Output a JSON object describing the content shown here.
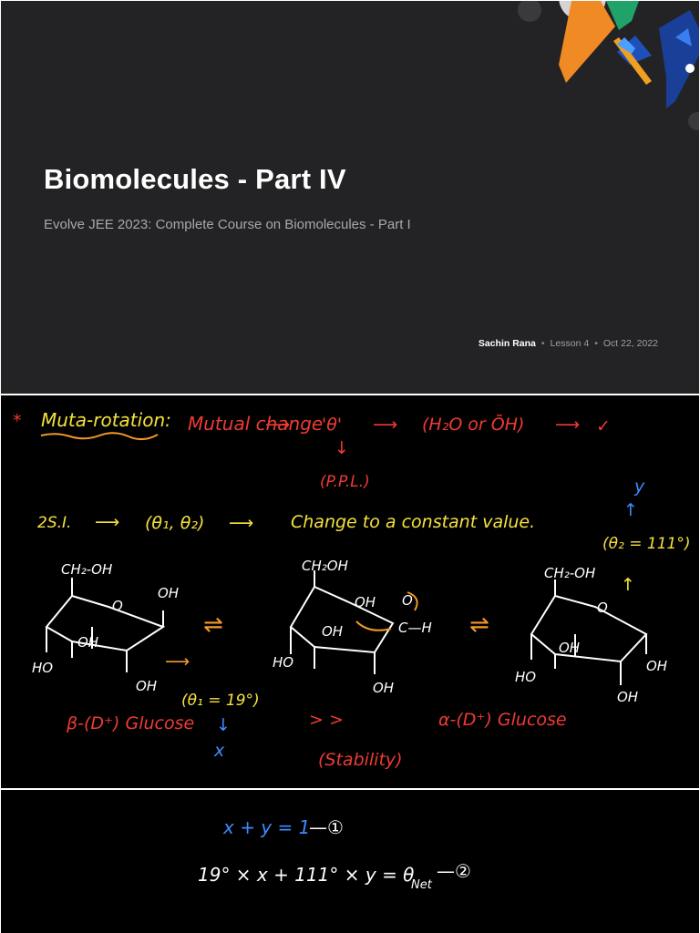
{
  "cover": {
    "title": "Biomolecules - Part IV",
    "subtitle": "Evolve JEE 2023: Complete Course on Biomolecules - Part I",
    "author": "Sachin Rana",
    "lesson": "Lesson 4",
    "date": "Oct 22, 2022"
  },
  "page1": {
    "heading": "Muta-rotation:",
    "definition": "Mutual change",
    "theta_symbol": "'θ'",
    "h2o_oh": "(H₂O or ŌH)",
    "ppl": "(P.P.L.)",
    "two_si": "2S.I.",
    "theta_pair": "(θ₁, θ₂)",
    "change_text": "Change to a constant value.",
    "beta_ch2oh": "CH₂-OH",
    "beta_o": "O",
    "beta_oh_top": "OH",
    "beta_oh_mid": "OH",
    "beta_ho": "HO",
    "beta_oh_bottom": "OH",
    "beta_name": "β-(D⁺) Glucose",
    "theta1": "(θ₁ = 19°)",
    "x_label": "x",
    "open_ch2oh": "CH₂OH",
    "open_oh_right": "OH",
    "open_oh_mid": "OH",
    "open_ho": "HO",
    "open_oh_bottom": "OH",
    "open_aldehyde": "C—H",
    "open_aldehyde_o": "O",
    "alpha_ch2oh": "CH₂-OH",
    "alpha_o": "O",
    "alpha_oh_mid": "OH",
    "alpha_ho": "HO",
    "alpha_oh_right": "OH",
    "alpha_oh_bottom": "OH",
    "alpha_name": "α-(D⁺) Glucose",
    "theta2": "(θ₂ = 111°)",
    "y_label": "y",
    "stability_gt": "> >",
    "stability": "(Stability)",
    "equilibrium": "⇌",
    "check": "✓"
  },
  "page2": {
    "eq1": "x + y = 1",
    "eq1_num": "—①",
    "eq2": "19° × x + 111° × y = θ",
    "eq2_sub": "Net",
    "eq2_num": "—②"
  },
  "colors": {
    "cover_bg": "#232325",
    "red": "#ef3b32",
    "yellow": "#f5e23c",
    "orange": "#f49a2a",
    "blue": "#3d8bff",
    "white": "#ffffff"
  }
}
